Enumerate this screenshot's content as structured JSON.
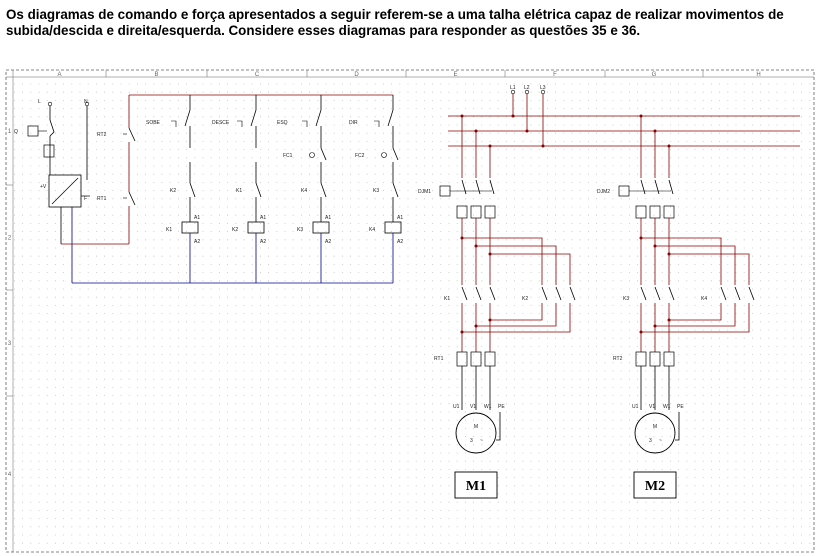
{
  "question": {
    "line1": "Os diagramas de comando e força apresentados a seguir referem-se a uma talha elétrica capaz de realizar movimentos de",
    "line2": "subida/descida e direita/esquerda. Considere esses diagramas para responder as questões 35 e 36."
  },
  "frame": {
    "columns": [
      "A",
      "B",
      "C",
      "D",
      "E",
      "F",
      "G",
      "H"
    ],
    "rows": [
      "1",
      "2",
      "3",
      "4"
    ]
  },
  "colors": {
    "power_line": "#8b0000",
    "neutral_line": "#00008b",
    "wire": "#000000",
    "grid_dot": "#b4b4b4",
    "frame": "#606060"
  },
  "control": {
    "supply": {
      "l": "L",
      "n": "N",
      "q": "Q"
    },
    "transformer": {
      "primary": "+V",
      "secondary": "F"
    },
    "overloads": [
      "RT2",
      "RT1"
    ],
    "buttons": [
      "SOBE",
      "DESCE",
      "ESQ",
      "DIR"
    ],
    "limit_switches": [
      "FC1",
      "FC2"
    ],
    "interlocks": [
      "K2",
      "K1",
      "K4",
      "K3"
    ],
    "coils": [
      "K1",
      "K2",
      "K3",
      "K4"
    ],
    "terminals": {
      "a1": "A1",
      "a2": "A2"
    }
  },
  "power": {
    "phases": [
      "L1",
      "L2",
      "L3"
    ],
    "breakers": [
      "DJM1",
      "DJM2"
    ],
    "contactors_m1": [
      "K1",
      "K2"
    ],
    "contactors_m2": [
      "K3",
      "K4"
    ],
    "overloads": [
      "RT1",
      "RT2"
    ],
    "motor_terminals": [
      "U1",
      "V1",
      "W1",
      "PE"
    ],
    "motor_symbol": {
      "m": "M",
      "phase_count": "3",
      "ac": "~"
    },
    "motors": [
      "M1",
      "M2"
    ]
  }
}
